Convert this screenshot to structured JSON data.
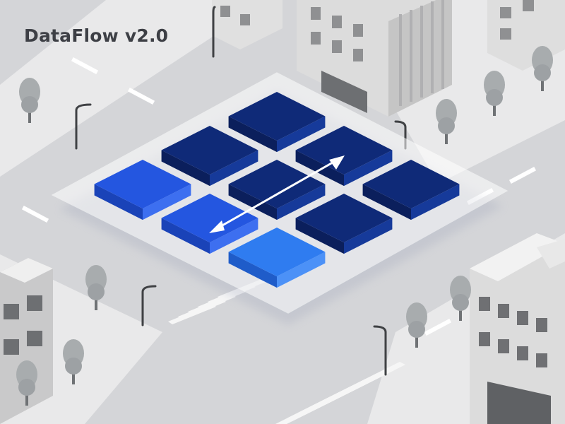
{
  "app": {
    "title": "DataFlow v2.0"
  },
  "colors": {
    "background": "#d9dadc",
    "road": "#cfd0d3",
    "sidewalk": "#ececec",
    "building_top": "#f2f2f2",
    "building_left": "#dedede",
    "building_right": "#c6c6c6",
    "window": "#8e8e90",
    "tree": "#a8acae",
    "platform": "#ffffff",
    "tile_dark": "#0f2a78",
    "tile_mid": "#2456e0",
    "tile_bright": "#2f7cf0",
    "arrow": "#ffffff"
  },
  "grid": {
    "rows": 3,
    "cols": 3,
    "tile_shades": [
      "dark",
      "dark",
      "dark",
      "dark",
      "dark",
      "dark",
      "mid",
      "mid",
      "bright"
    ]
  },
  "icons": {
    "transfer_arrow": "double-headed-arrow-icon"
  }
}
